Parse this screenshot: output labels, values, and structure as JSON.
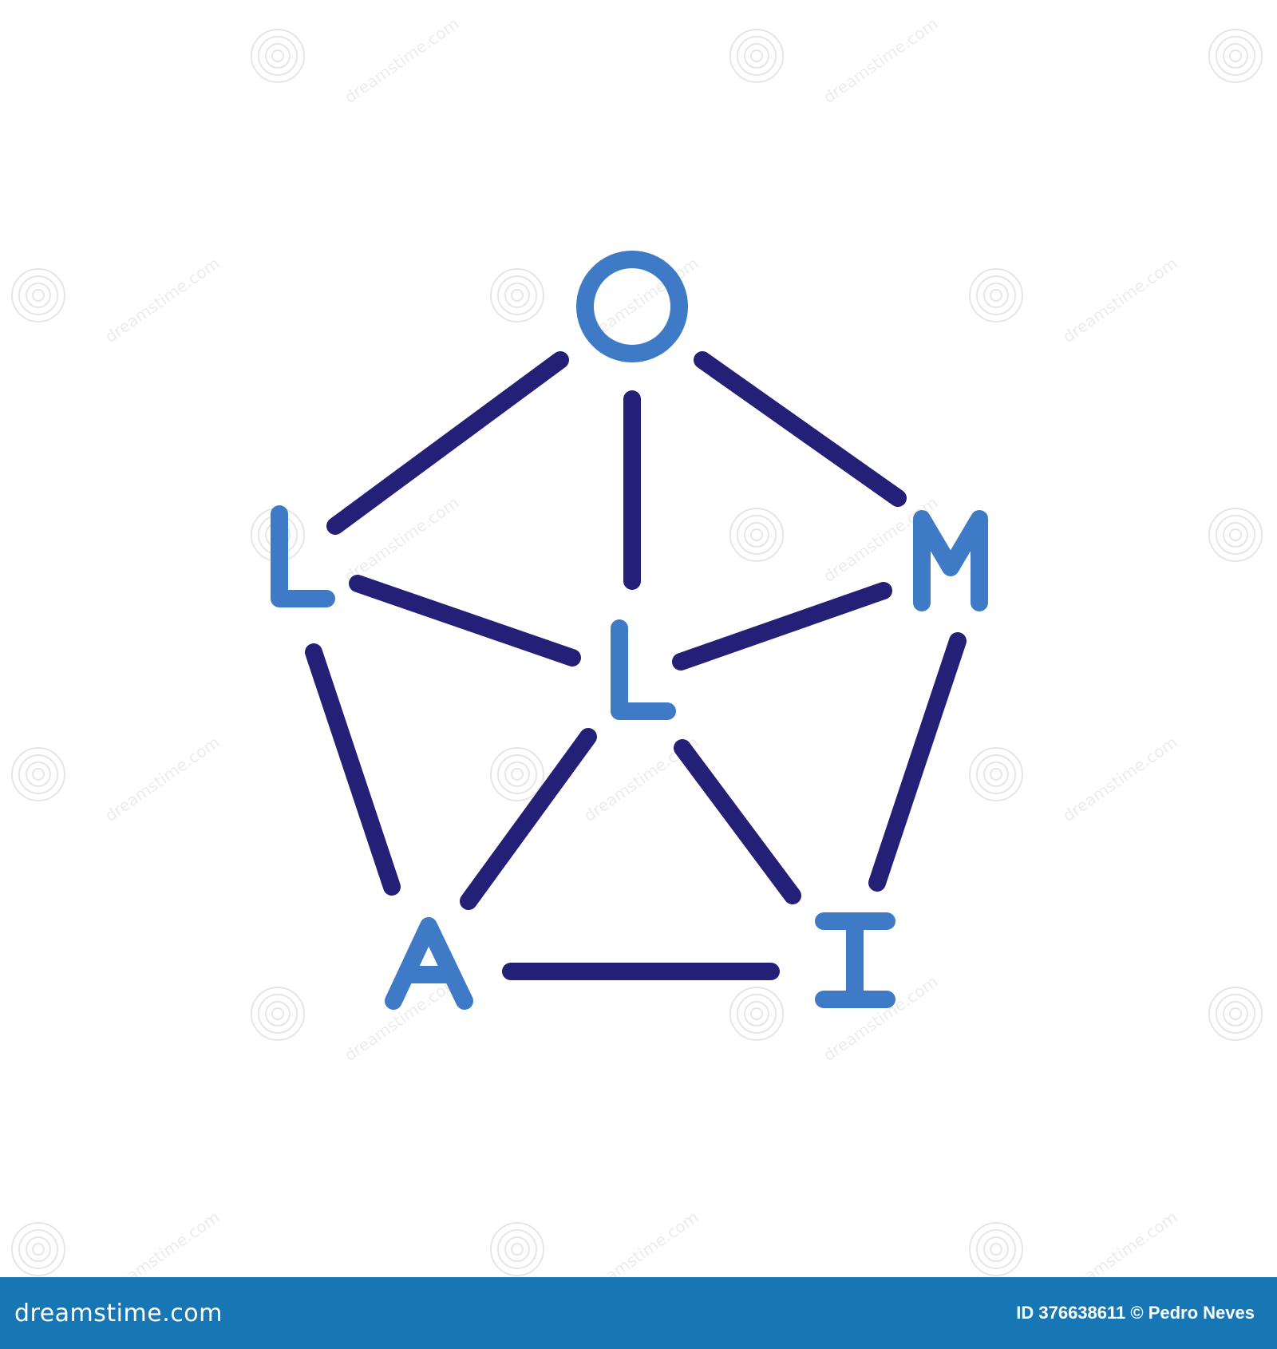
{
  "logo": {
    "letters": {
      "top": "O",
      "left": "L",
      "center": "L",
      "right": "M",
      "bottom_left": "A",
      "bottom_right": "I"
    },
    "colors": {
      "line": "#241f77",
      "letter": "#3e7ac6",
      "background": "#ffffff"
    }
  },
  "watermark": {
    "icon": "spiral-icon",
    "text": "dreamstime.com"
  },
  "footer": {
    "brand": "dreamstime.com",
    "credit": "ID 376638611 © Pedro Neves",
    "background": "#1677b4"
  }
}
